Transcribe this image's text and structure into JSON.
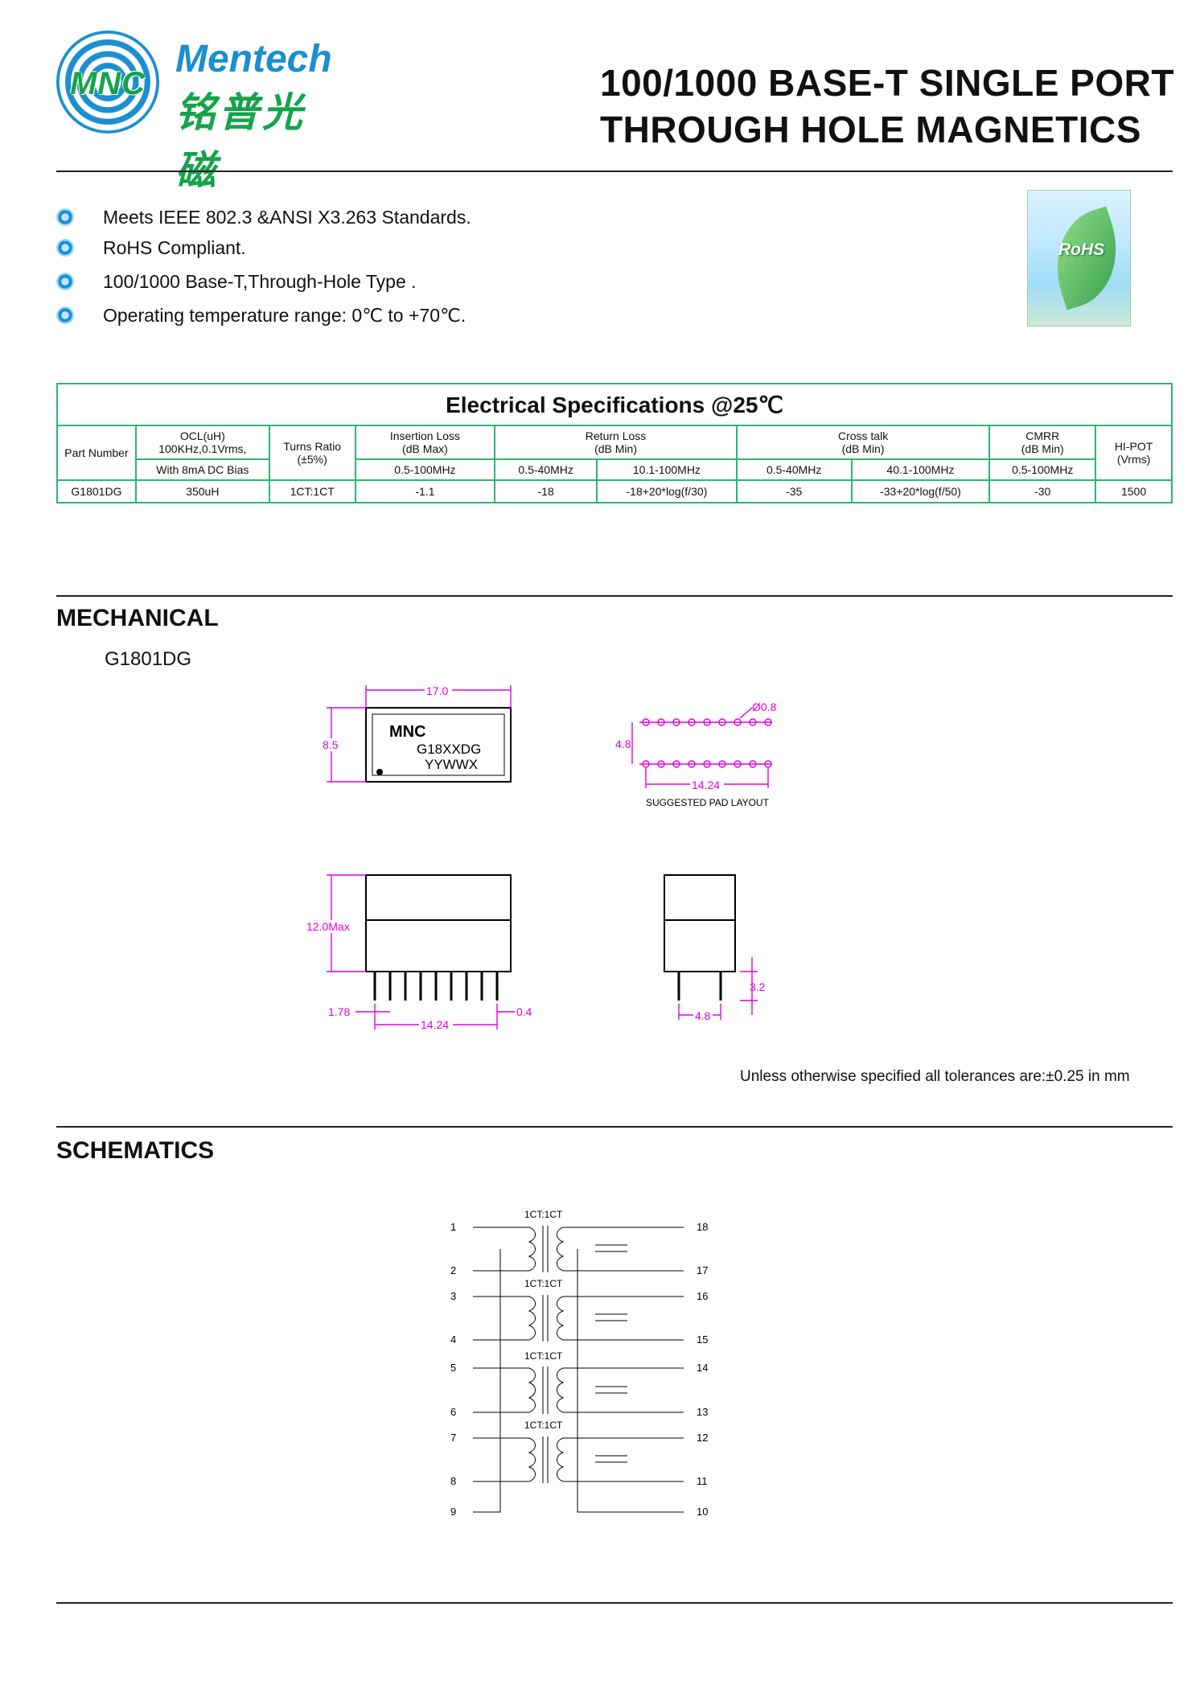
{
  "header": {
    "logo_brand": "Mentech",
    "logo_chinese": "铭普光磁",
    "logo_mark": "MNC",
    "title_line1": "100/1000 BASE-T SINGLE PORT",
    "title_line2": "THROUGH HOLE  MAGNETICS"
  },
  "features": [
    "Meets IEEE  802.3 &ANSI  X3.263  Standards.",
    "RoHS  Compliant.",
    "100/1000 Base-T,Through-Hole  Type .",
    "Operating temperature range: 0℃ to +70℃."
  ],
  "rohs_badge": "RoHS",
  "table": {
    "title": "Electrical Specifications @25℃",
    "h_part": "Part Number",
    "h_ocl": "OCL(uH)",
    "h_ocl_sub": "100KHz,0.1Vrms,",
    "h_ocl_sub2": "With 8mA DC Bias",
    "h_turns": "Turns Ratio",
    "h_turns_sub": "(±5%)",
    "h_il": "Insertion Loss",
    "h_il_sub": "(dB Max)",
    "h_il_freq": "0.5-100MHz",
    "h_rl": "Return Loss",
    "h_rl_sub": "(dB Min)",
    "h_rl_f1": "0.5-40MHz",
    "h_rl_f2": "10.1-100MHz",
    "h_ct": "Cross talk",
    "h_ct_sub": "(dB Min)",
    "h_ct_f1": "0.5-40MHz",
    "h_ct_f2": "40.1-100MHz",
    "h_cmrr": "CMRR",
    "h_cmrr_sub": "(dB Min)",
    "h_cmrr_freq": "0.5-100MHz",
    "h_hipot": "HI-POT",
    "h_hipot_sub": "(Vrms)",
    "row": {
      "part": "G1801DG",
      "ocl": "350uH",
      "turns": "1CT:1CT",
      "il": "-1.1",
      "rl1": "-18",
      "rl2": "-18+20*log(f/30)",
      "ct1": "-35",
      "ct2": "-33+20*log(f/50)",
      "cmrr": "-30",
      "hipot": "1500"
    }
  },
  "mechanical": {
    "heading": "MECHANICAL",
    "model": "G1801DG",
    "top_width": "17.0",
    "top_height": "8.5",
    "marking_logo": "MNC",
    "marking_part": "G18XXDG",
    "marking_date": "YYWWX",
    "pad_dia": "Ø0.8",
    "pad_row_gap": "4.8",
    "pad_span": "14.24",
    "pad_caption": "SUGGESTED PAD LAYOUT",
    "side_height": "12.0Max",
    "pin_pitch": "1.78",
    "pin_span": "14.24",
    "pin_width": "0.4",
    "end_pin_len": "3.2",
    "end_width": "4.8",
    "tolerance": "Unless otherwise specified all tolerances are:±0.25 in mm"
  },
  "schematics": {
    "heading": "SCHEMATICS",
    "ratio_label": "1CT:1CT",
    "left_pins": [
      "1",
      "2",
      "3",
      "4",
      "5",
      "6",
      "7",
      "8",
      "9"
    ],
    "right_pins": [
      "18",
      "17",
      "16",
      "15",
      "14",
      "13",
      "12",
      "11",
      "10"
    ]
  }
}
